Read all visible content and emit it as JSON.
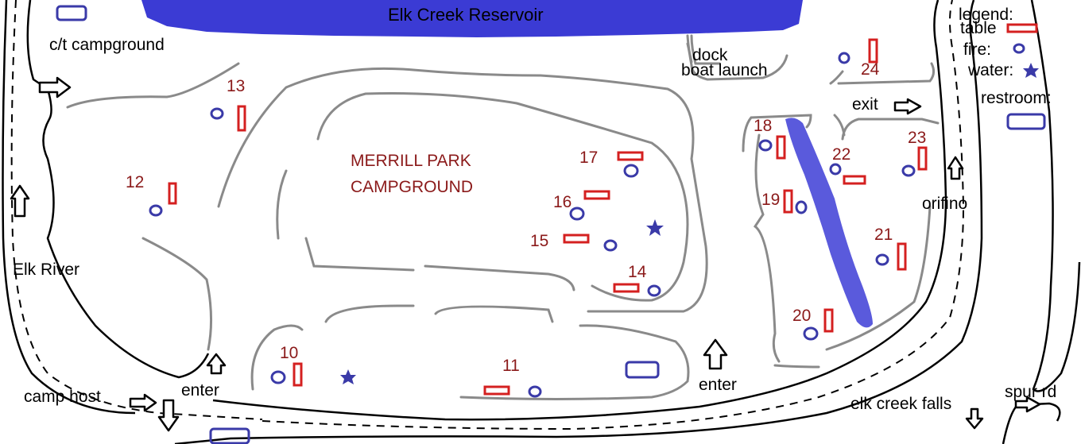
{
  "labels": {
    "reservoir": "Elk Creek Reservoir",
    "ct_campground": "c/t campground",
    "dock": "dock",
    "boat_launch": "boat launch",
    "park_line1": "MERRILL PARK",
    "park_line2": "CAMPGROUND",
    "exit": "exit",
    "orifino": "orifino",
    "elk_river": "Elk River",
    "camp_host": "camp host",
    "enter_left": "enter",
    "enter_right": "enter",
    "elk_creek_falls": "elk creek falls",
    "spur_rd": "spur rd"
  },
  "legend": {
    "title": "legend:",
    "table": "table",
    "fire": "fire:",
    "water": "water:",
    "restroom": "restroom:"
  },
  "sites": [
    "10",
    "11",
    "12",
    "13",
    "14",
    "15",
    "16",
    "17",
    "18",
    "19",
    "20",
    "21",
    "22",
    "23",
    "24"
  ],
  "colors": {
    "water_body": "#3b3bd4",
    "table": "#d42020",
    "fire": "#3a3aa8",
    "site_number": "#8b1a1a",
    "loop_road": "#8a8a8a"
  }
}
